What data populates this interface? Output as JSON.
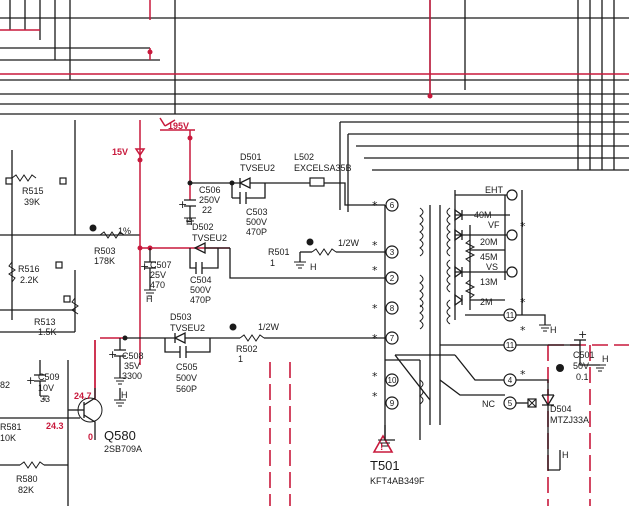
{
  "rails": {
    "v15": "15V",
    "v195": "195V"
  },
  "components": {
    "r515": {
      "ref": "R515",
      "value": "39K"
    },
    "r503": {
      "ref": "R503",
      "value": "178K",
      "tol": "1%"
    },
    "r516": {
      "ref": "R516",
      "value": "2.2K"
    },
    "r513": {
      "ref": "R513",
      "value": "1.5K"
    },
    "r501": {
      "ref": "R501",
      "value": "1",
      "rating": "1/2W"
    },
    "r502": {
      "ref": "R502",
      "value": "1",
      "rating": "1/2W"
    },
    "r581": {
      "ref": "R581",
      "value": "10K"
    },
    "r580": {
      "ref": "R580",
      "value": "82K"
    },
    "r582": {
      "ref": "82"
    },
    "d501": {
      "ref": "D501",
      "part": "TVSEU2"
    },
    "d502": {
      "ref": "D502",
      "part": "TVSEU2"
    },
    "d503": {
      "ref": "D503",
      "part": "TVSEU2"
    },
    "d504": {
      "ref": "D504",
      "part": "MTZJ33A"
    },
    "l502": {
      "ref": "L502",
      "part": "EXCELSA35B"
    },
    "c506": {
      "ref": "C506",
      "rating": "250V",
      "value": "22"
    },
    "c503": {
      "ref": "C503",
      "rating": "500V",
      "value": "470P"
    },
    "c507": {
      "ref": "C507",
      "rating": "25V",
      "value": "470"
    },
    "c504": {
      "ref": "C504",
      "rating": "500V",
      "value": "470P"
    },
    "c508": {
      "ref": "C508",
      "rating": "35V",
      "value": "3300"
    },
    "c505": {
      "ref": "C505",
      "rating": "500V",
      "value": "560P"
    },
    "c509": {
      "ref": "C509",
      "rating": "10V",
      "value": "33"
    },
    "c501": {
      "ref": "C501",
      "rating": "50V",
      "value": "0.1"
    },
    "q580": {
      "ref": "Q580",
      "part": "2SB709A"
    },
    "t501": {
      "ref": "T501",
      "part": "KFT4AB349F"
    }
  },
  "voltages": {
    "base": "24.7",
    "emitter": "24.3",
    "collector": "0"
  },
  "flyback_taps": {
    "eht": "EHT",
    "t40m": "40M",
    "vf": "VF",
    "t20m": "20M",
    "t45m": "45M",
    "t13m": "13M",
    "vs": "VS",
    "t2m": "2M"
  },
  "pins": {
    "p6": "6",
    "p3": "3",
    "p2": "2",
    "p8": "8",
    "p7": "7",
    "p10": "10",
    "p9": "9",
    "p11a": "11",
    "p11b": "11",
    "p4": "4",
    "p5": "5",
    "nc": "NC"
  },
  "ground": "H",
  "warning_symbol": "!"
}
